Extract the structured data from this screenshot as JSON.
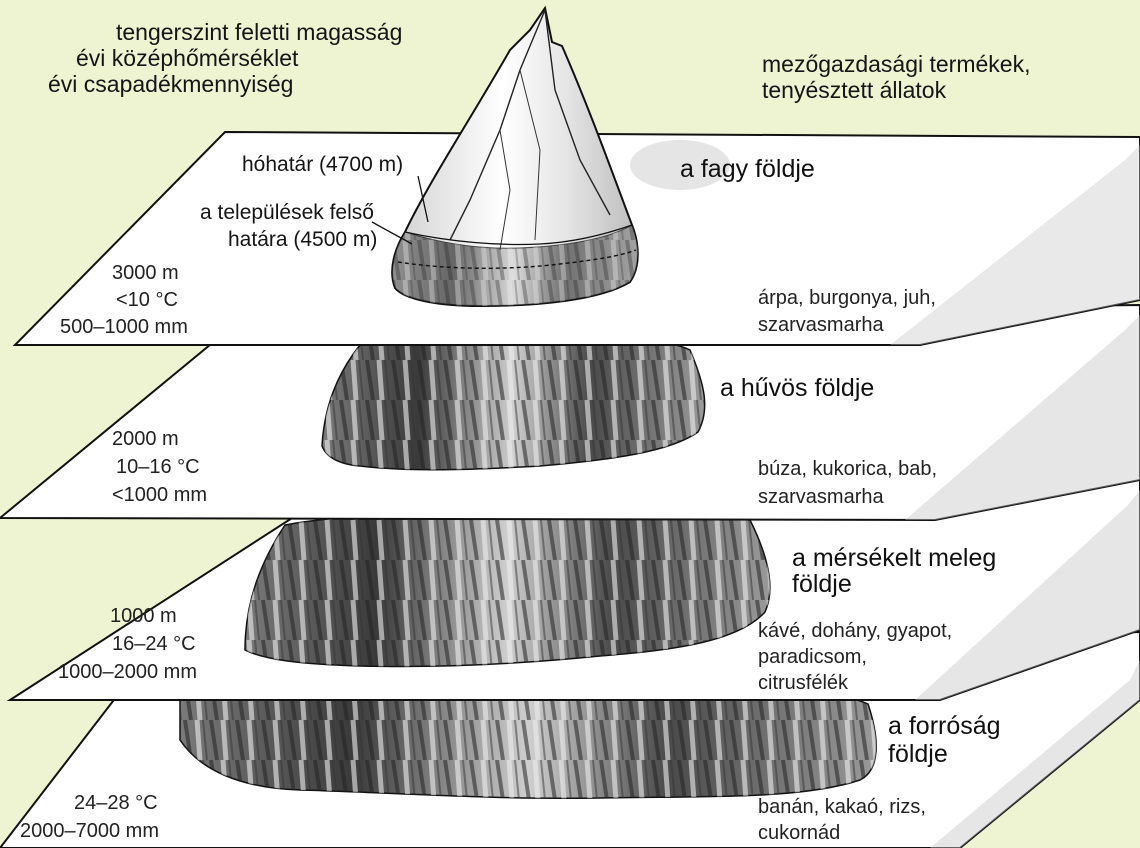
{
  "header": {
    "left": [
      "tengerszint feletti magasság",
      "évi középhőmérséklet",
      "évi csapadékmennyiség"
    ],
    "right": [
      "mezőgazdasági termékek,",
      "tenyésztett állatok"
    ]
  },
  "annotations": {
    "snowline": "hóhatár (4700 m)",
    "settlement_line1": "a települések felső",
    "settlement_line2": "határa (4500 m)"
  },
  "zones": [
    {
      "name_lines": [
        "a fagy földje"
      ],
      "altitude": "3000 m",
      "temperature": "<10 °C",
      "precipitation": "500–1000 mm",
      "products": [
        "árpa, burgonya, juh,",
        "szarvasmarha"
      ]
    },
    {
      "name_lines": [
        "a hűvös földje"
      ],
      "altitude": "2000 m",
      "temperature": "10–16 °C",
      "precipitation": "<1000 mm",
      "products": [
        "búza, kukorica, bab,",
        "szarvasmarha"
      ]
    },
    {
      "name_lines": [
        "a mérsékelt meleg",
        "földje"
      ],
      "altitude": "1000 m",
      "temperature": "16–24 °C",
      "precipitation": "1000–2000 mm",
      "products": [
        "kávé, dohány, gyapot,",
        "paradicsom,",
        "citrusfélék"
      ]
    },
    {
      "name_lines": [
        "a forróság",
        "földje"
      ],
      "altitude": "",
      "temperature": "24–28 °C",
      "precipitation": "2000–7000 mm",
      "products": [
        "banán, kakaó, rizs,",
        "cukornád"
      ]
    }
  ],
  "colors": {
    "background": "#eef3d2",
    "plane": "#ffffff",
    "rock_dark": "#3a3a3a",
    "rock_light": "#d8d8d8"
  }
}
